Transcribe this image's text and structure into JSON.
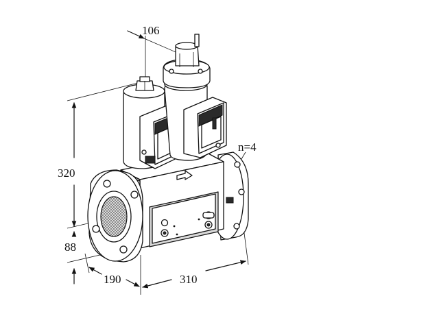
{
  "dimensions": {
    "d106": "106",
    "d320": "320",
    "d88": "88",
    "d190": "190",
    "d310": "310",
    "bolts": "n=4"
  },
  "icons": [
    "valve-drawing",
    "flow-arrow-icon"
  ]
}
